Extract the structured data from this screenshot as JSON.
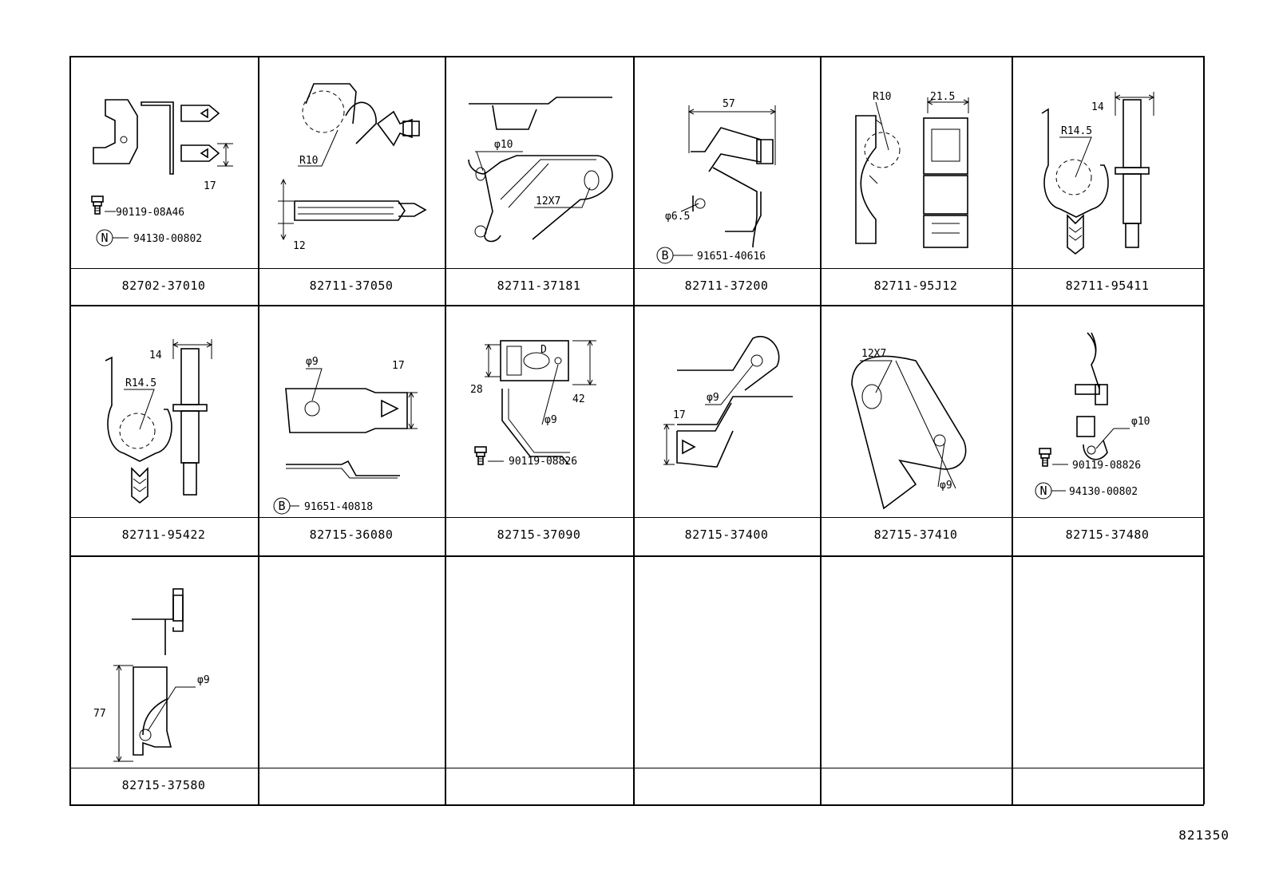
{
  "diagram_ref": "821350",
  "parts": [
    {
      "number": "82702-37010",
      "callouts": [
        "17",
        "90119-08A46",
        "94130-00802"
      ],
      "badges": [
        "N"
      ]
    },
    {
      "number": "82711-37050",
      "callouts": [
        "R10",
        "12"
      ],
      "badges": []
    },
    {
      "number": "82711-37181",
      "callouts": [
        "φ10",
        "12X7"
      ],
      "badges": []
    },
    {
      "number": "82711-37200",
      "callouts": [
        "57",
        "φ6.5",
        "91651-40616"
      ],
      "badges": [
        "B"
      ]
    },
    {
      "number": "82711-95J12",
      "callouts": [
        "R10",
        "21.5"
      ],
      "badges": []
    },
    {
      "number": "82711-95411",
      "callouts": [
        "14",
        "R14.5"
      ],
      "badges": []
    },
    {
      "number": "82711-95422",
      "callouts": [
        "14",
        "R14.5"
      ],
      "badges": []
    },
    {
      "number": "82715-36080",
      "callouts": [
        "φ9",
        "17",
        "91651-40818"
      ],
      "badges": [
        "B"
      ]
    },
    {
      "number": "82715-37090",
      "callouts": [
        "D",
        "28",
        "42",
        "φ9",
        "90119-08826"
      ],
      "badges": []
    },
    {
      "number": "82715-37400",
      "callouts": [
        "φ9",
        "17"
      ],
      "badges": []
    },
    {
      "number": "82715-37410",
      "callouts": [
        "12X7",
        "φ9"
      ],
      "badges": []
    },
    {
      "number": "82715-37480",
      "callouts": [
        "φ10",
        "90119-08826",
        "94130-00802"
      ],
      "badges": [
        "N"
      ]
    },
    {
      "number": "82715-37580",
      "callouts": [
        "φ9",
        "77"
      ],
      "badges": []
    },
    {
      "number": "",
      "callouts": [],
      "badges": []
    },
    {
      "number": "",
      "callouts": [],
      "badges": []
    },
    {
      "number": "",
      "callouts": [],
      "badges": []
    },
    {
      "number": "",
      "callouts": [],
      "badges": []
    },
    {
      "number": "",
      "callouts": [],
      "badges": []
    }
  ]
}
